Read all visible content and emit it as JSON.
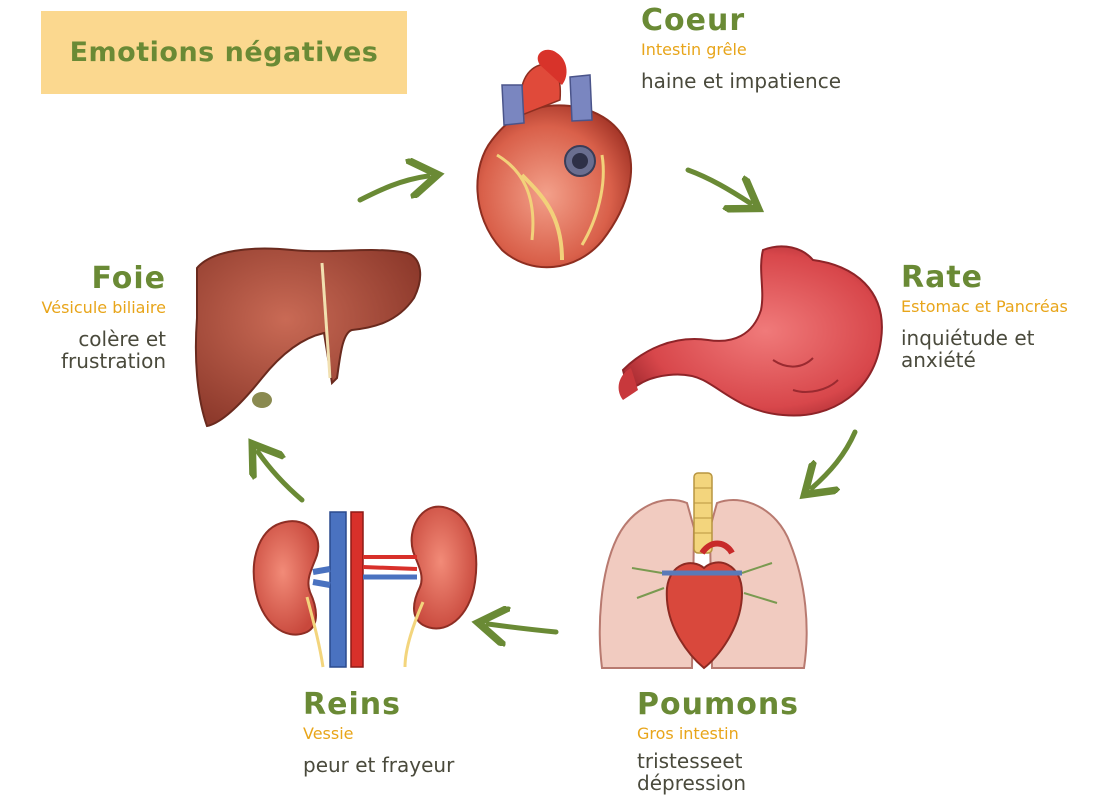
{
  "title": "Emotions négatives",
  "organs": {
    "coeur": {
      "name": "Coeur",
      "paired": "Intestin grêle",
      "emotion": "haine et impatience"
    },
    "rate": {
      "name": "Rate",
      "paired": "Estomac et Pancréas",
      "emotion": "inquiétude et\nanxiété"
    },
    "poumons": {
      "name": "Poumons",
      "paired": "Gros intestin",
      "emotion": "tristesseet\ndépression"
    },
    "reins": {
      "name": "Reins",
      "paired": "Vessie",
      "emotion": "peur et frayeur"
    },
    "foie": {
      "name": "Foie",
      "paired": "Vésicule biliaire",
      "emotion": "colère et\nfrustration"
    }
  },
  "colors": {
    "title_bg": "#fbd88f",
    "title_text": "#6a8a35",
    "organ_name": "#6a8a35",
    "paired_organ": "#e8a51a",
    "emotion_text": "#4a4a3c",
    "arrow": "#6a8a35"
  },
  "icons": [
    "heart-illustration",
    "stomach-illustration",
    "lungs-illustration",
    "kidneys-illustration",
    "liver-illustration",
    "arrow-icon"
  ]
}
